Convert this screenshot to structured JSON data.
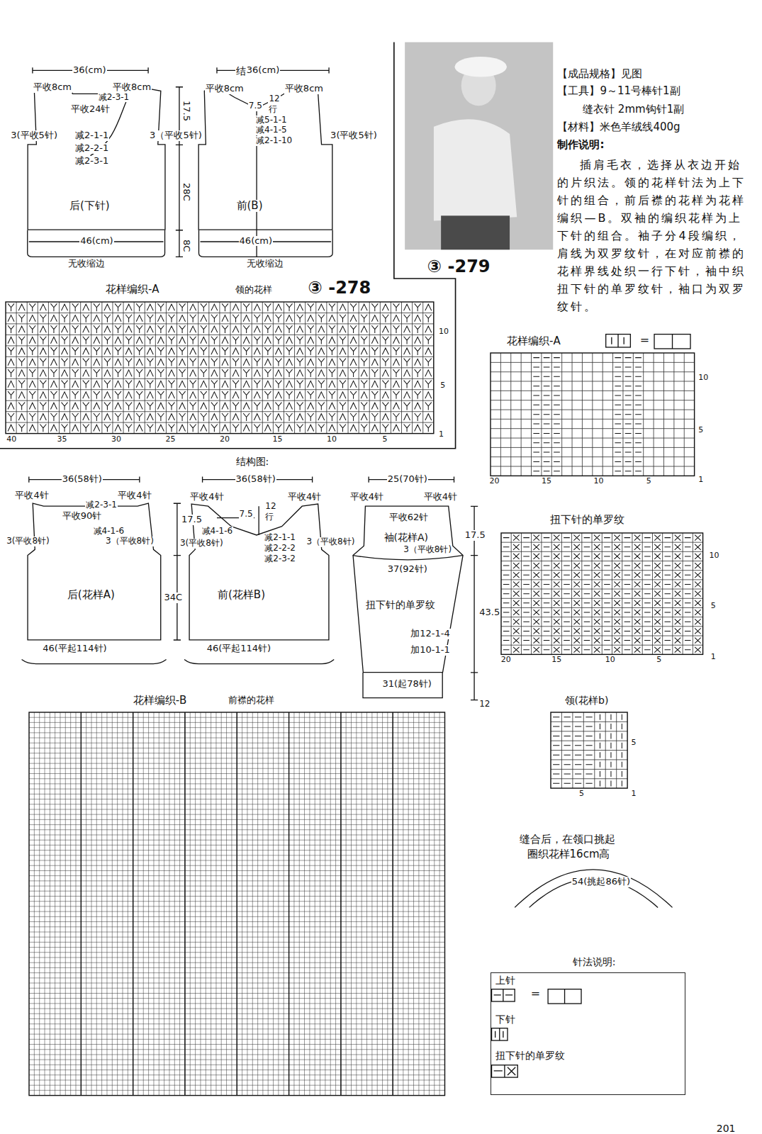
{
  "diagram": {
    "nodes": [
      {
        "text": [
          "后(下针)"
        ]
      },
      {
        "text": [
          "前(B)"
        ]
      },
      {
        "text": [
          "花样编织-A",
          "领的花样"
        ]
      },
      {
        "text": [
          "花样编织-A"
        ]
      },
      {
        "text": [
          "后(花样A)"
        ]
      },
      {
        "text": [
          "前(花样B)"
        ]
      },
      {
        "text": [
          "袖(花样A)",
          "扭下针的单罗纹"
        ]
      },
      {
        "text": [
          "扭下针的单罗纹"
        ]
      },
      {
        "text": [
          "花样编织-B",
          "前襟的花样"
        ]
      },
      {
        "text": [
          "领(花样b)"
        ]
      },
      {
        "text": [
          "针法说明:"
        ]
      }
    ],
    "labels": [
      "结构图:",
      "36(cm)",
      "平收8cm",
      "平收8cm",
      "减2-3-1",
      "平收24针",
      "3(平收5针)",
      "减2-1-1",
      "减2-2-1",
      "减2-3-1",
      "3（平收5针)",
      "17.5",
      "28C",
      "8C",
      "46(cm)",
      "无收缩边",
      "36(cm)",
      "平收8cm",
      "平收8cm",
      "12",
      "行",
      "7.5",
      "减5-1-1",
      "减4-1-5",
      "减2-1-10",
      "3(平收5针)",
      "46(cm)",
      "无收缩边",
      "③ -278",
      "10",
      "5",
      "1",
      "40",
      "35",
      "30",
      "25",
      "20",
      "15",
      "10",
      "5",
      "③ -279",
      "【成品规格】见图",
      "【工具】9～11号棒针1副",
      "缝衣针 2mm钩针1副",
      "【材料】米色羊绒线400g",
      "制作说明:",
      "插肩毛衣，选择从衣边开始的片织法。领的花样针法为上下针的组合，前后襟的花样为花样编织—B。双袖的编织花样为上下针的组合。袖子分4段编织，肩线为双罗纹针，在对应前襟的花样界线处织一行下针，袖中织扭下针的单罗纹针，袖口为双罗纹针。",
      "=",
      "10",
      "5",
      "1",
      "20",
      "15",
      "10",
      "5",
      "结构图:",
      "36(58针)",
      "平收4针",
      "平收4针",
      "减2-3-1",
      "平收90针",
      "减4-1-6",
      "3(平收8针)",
      "3（平收8针)",
      "17.5",
      "34C",
      "46(平起114针)",
      "36(58针)",
      "平收4针",
      "平收4针",
      "12",
      "行",
      "7.5",
      "减4-1-6",
      "减2-1-1",
      "减2-2-2",
      "减2-3-2",
      "3(平收8针)",
      "3（平收8针)",
      "46(平起114针)",
      "25(70针)",
      "平收4针",
      "平收4针",
      "平收62针",
      "17.5",
      "3（平收8针)",
      "37(92针)",
      "43.5",
      "加12-1-4",
      "加10-1-1",
      "31(起78针)",
      "12",
      "10",
      "5",
      "1",
      "20",
      "15",
      "10",
      "5",
      "5",
      "1",
      "5",
      "缝合后，在领口挑起",
      "圈织花样16cm高",
      "54(挑起86针)",
      "=",
      "201"
    ],
    "legend": [
      {
        "text": "上针"
      },
      {
        "text": "下针"
      },
      {
        "text": "扭下针的单罗纹"
      }
    ]
  }
}
